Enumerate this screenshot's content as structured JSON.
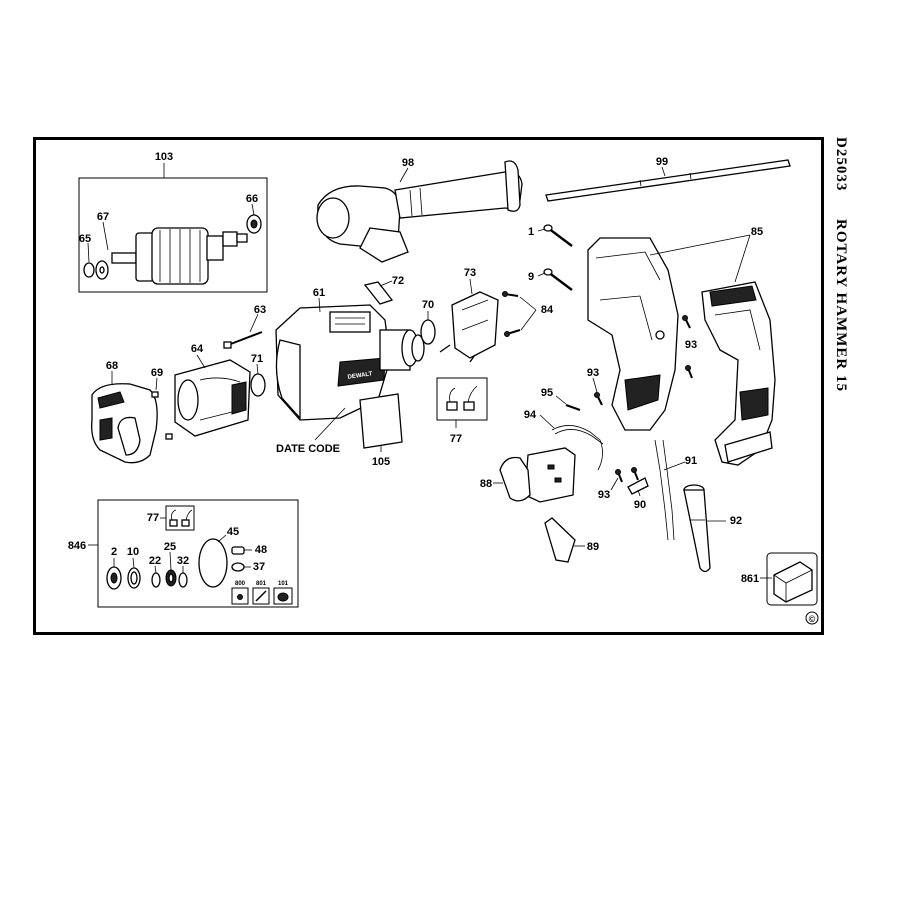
{
  "title": {
    "model": "D25033",
    "description": "ROTARY HAMMER 15"
  },
  "copyright_symbol": "©",
  "callouts": {
    "c1": "1",
    "c2": "2",
    "c9": "9",
    "c10": "10",
    "c22": "22",
    "c25": "25",
    "c32": "32",
    "c37": "37",
    "c45": "45",
    "c48": "48",
    "c61": "61",
    "c63": "63",
    "c64": "64",
    "c65": "65",
    "c66": "66",
    "c67": "67",
    "c68": "68",
    "c69": "69",
    "c70": "70",
    "c71": "71",
    "c72": "72",
    "c73": "73",
    "c77a": "77",
    "c77b": "77",
    "c84": "84",
    "c85": "85",
    "c846": "846",
    "c861": "861",
    "c88": "88",
    "c89": "89",
    "c90": "90",
    "c91": "91",
    "c92": "92",
    "c93a": "93",
    "c93b": "93",
    "c93c": "93",
    "c94": "94",
    "c95": "95",
    "c98": "98",
    "c99": "99",
    "c103": "103",
    "c105": "105",
    "c800": "800",
    "c801": "801",
    "c101": "101"
  },
  "date_code_label": "DATE CODE",
  "brand_on_housing": "DEWALT"
}
